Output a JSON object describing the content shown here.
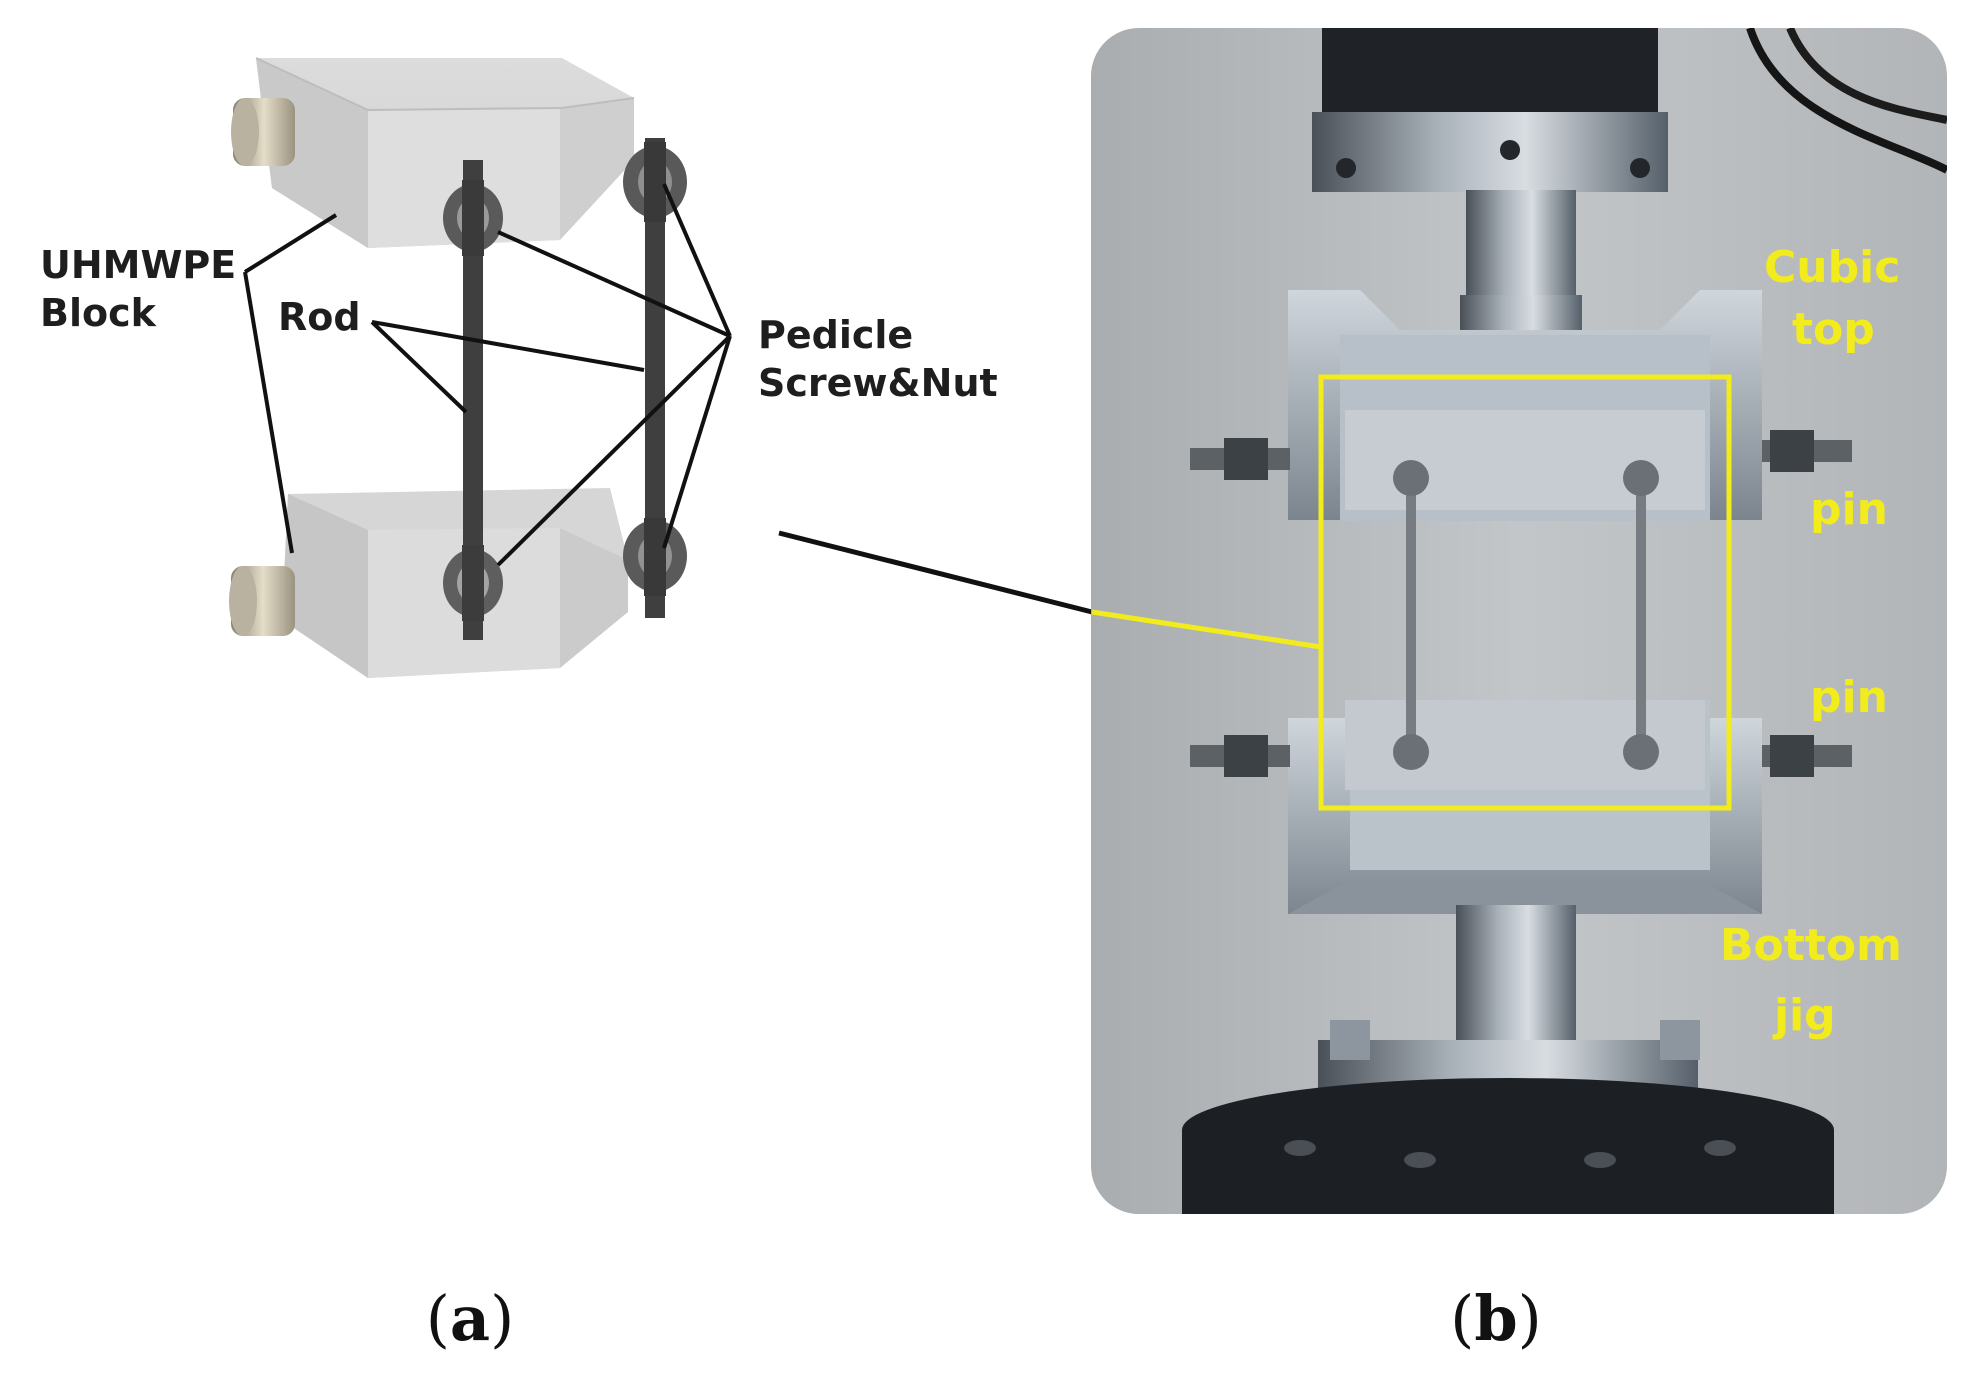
{
  "panel_a": {
    "labels": {
      "block_line1": "UHMWPE",
      "block_line2": "Block",
      "rod": "Rod",
      "screw_line1": "Pedicle",
      "screw_line2": "Screw&Nut"
    },
    "caption_letter": "a"
  },
  "panel_b": {
    "labels": {
      "cubic_line1": "Cubic",
      "cubic_line2": "top",
      "pin_upper": "pin",
      "pin_lower": "pin",
      "bottom_line1": "Bottom",
      "bottom_line2": "jig"
    },
    "caption_letter": "b",
    "highlight_color": "#f2ec1c"
  },
  "caption_paren_open": "(",
  "caption_paren_close": ")"
}
